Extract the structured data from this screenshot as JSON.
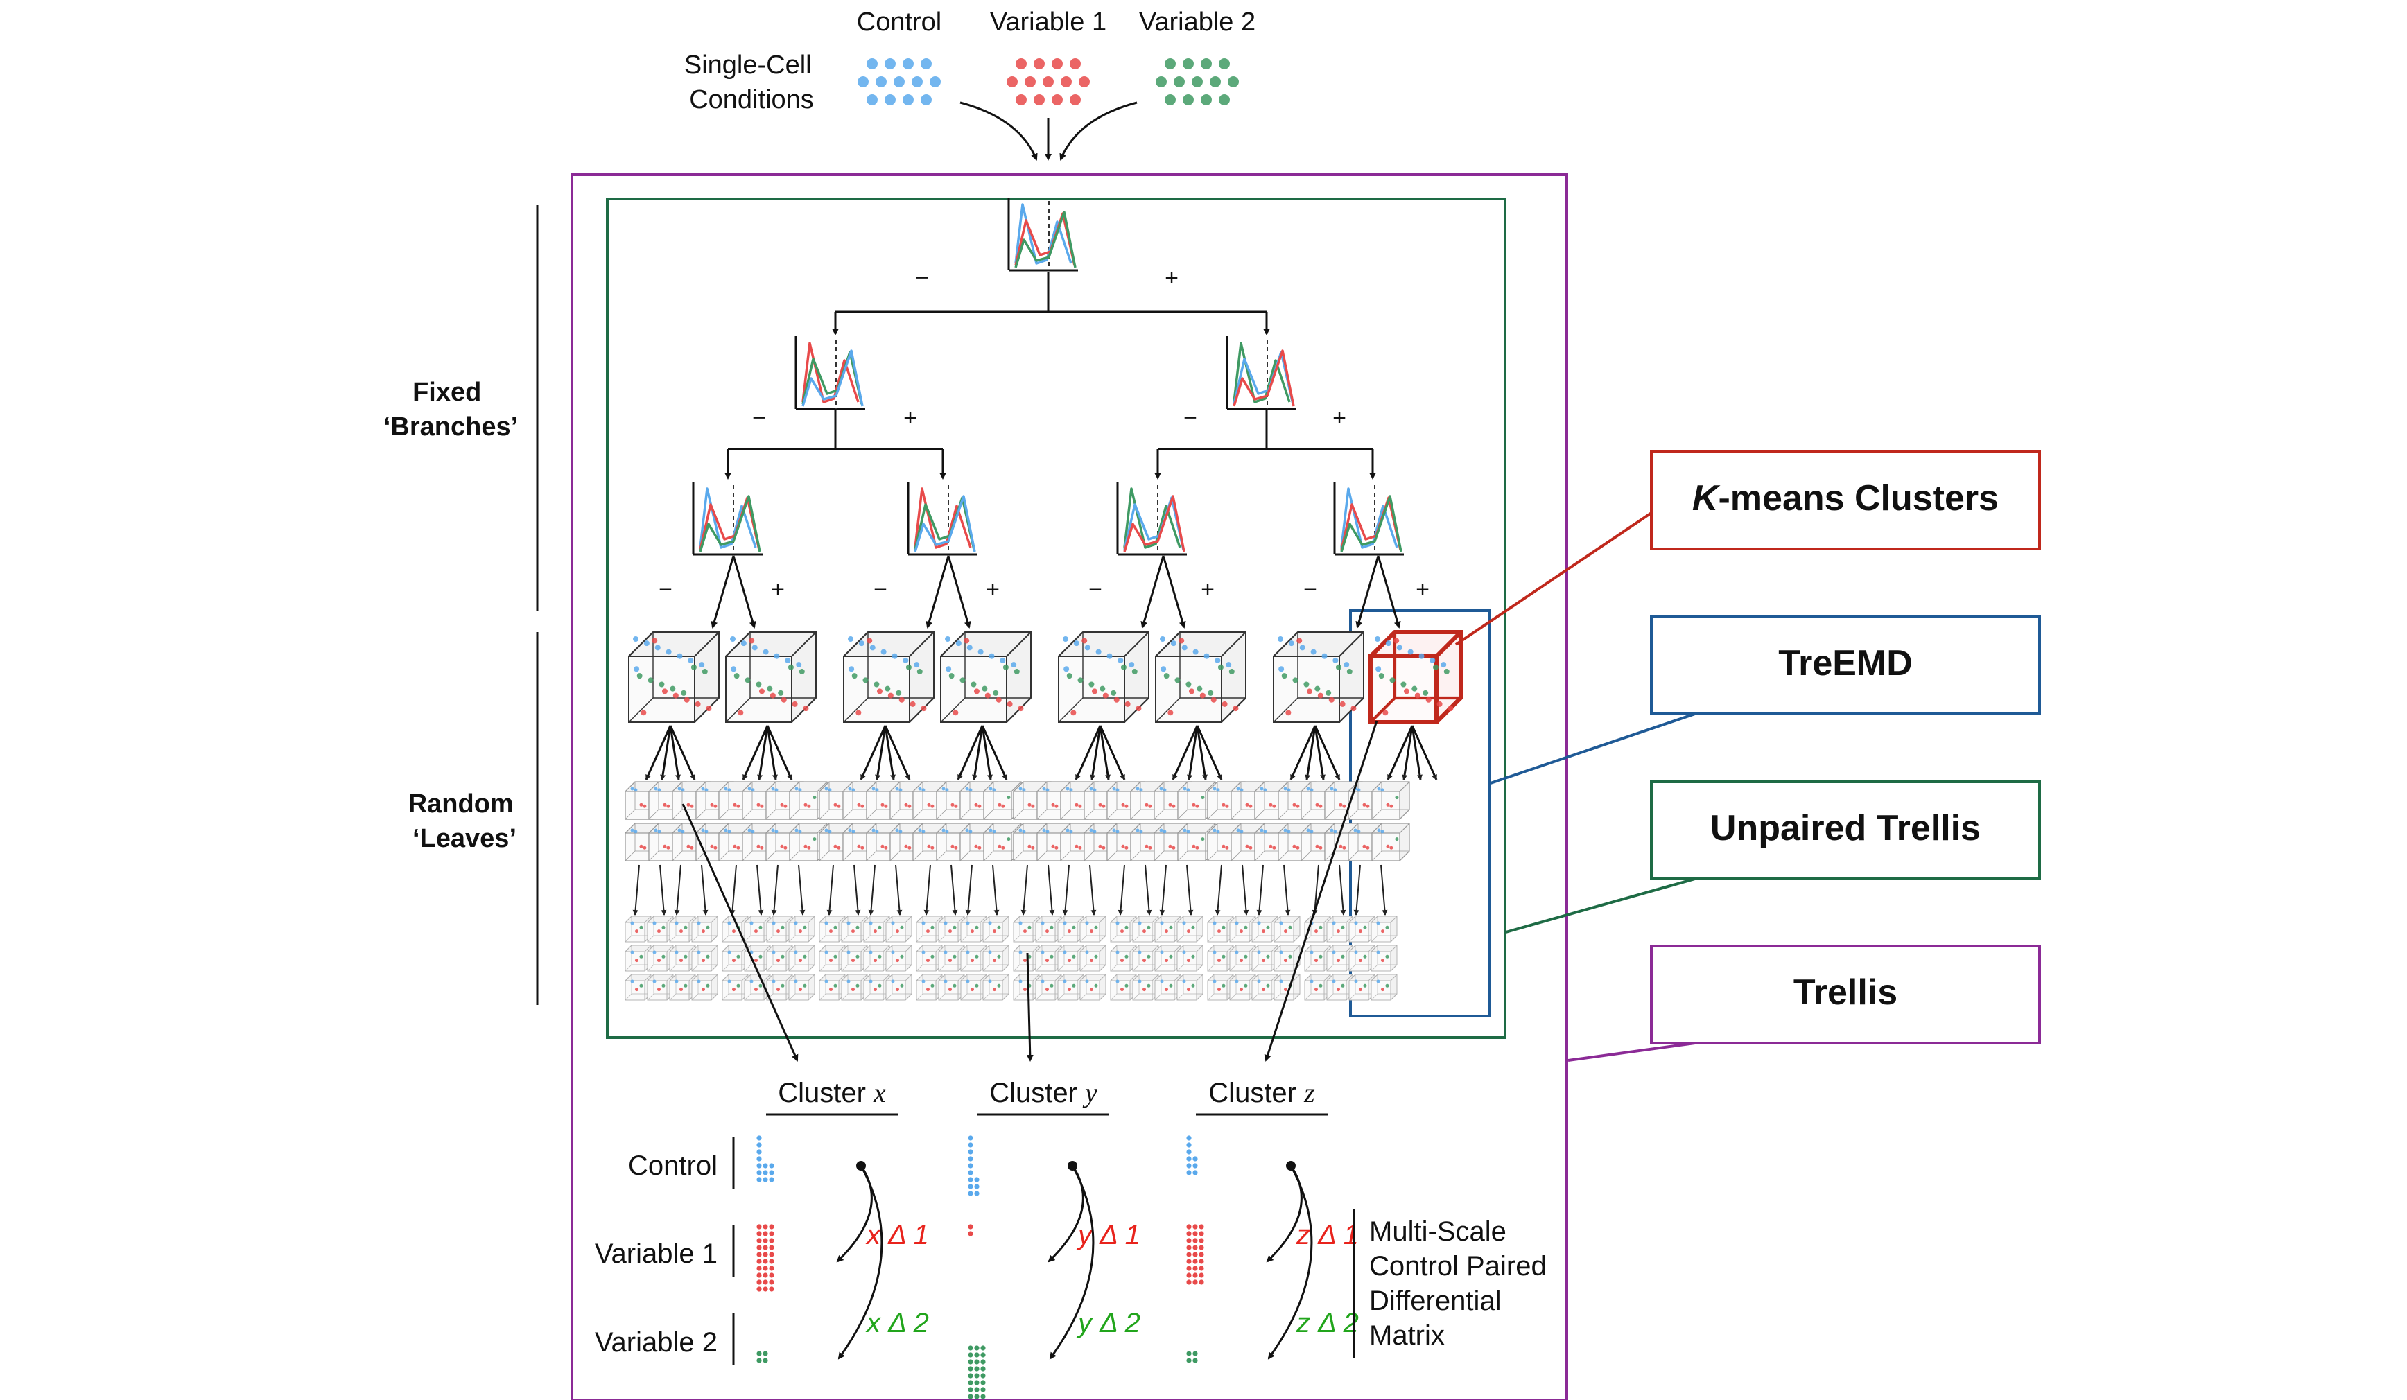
{
  "conditions": {
    "heading": "Single-Cell\nConditions",
    "names": [
      "Control",
      "Variable 1",
      "Variable 2"
    ]
  },
  "side_labels": {
    "fixed": [
      "Fixed",
      "‘Branches’"
    ],
    "random": [
      "Random",
      "‘Leaves’"
    ]
  },
  "signs": {
    "minus": "−",
    "plus": "+"
  },
  "legend": [
    {
      "label_italic": "K",
      "label_rest": "-means Clusters",
      "color": "#c0281c"
    },
    {
      "label_italic": "",
      "label_rest": "TreEMD",
      "color": "#1f5a96"
    },
    {
      "label_italic": "",
      "label_rest": "Unpaired Trellis",
      "color": "#1e6b45"
    },
    {
      "label_italic": "",
      "label_rest": "Trellis",
      "color": "#8b2a96"
    }
  ],
  "clusters": [
    {
      "name": "Cluster",
      "var": "x",
      "d1": "x Δ 1",
      "d2": "x Δ 2"
    },
    {
      "name": "Cluster",
      "var": "y",
      "d1": "y Δ 1",
      "d2": "y Δ 2"
    },
    {
      "name": "Cluster",
      "var": "z",
      "d1": "z Δ 1",
      "d2": "z Δ 2"
    }
  ],
  "matrix_rows": [
    "Control",
    "Variable 1",
    "Variable 2"
  ],
  "matrix_caption": [
    "Multi-Scale",
    "Control Paired",
    "Differential",
    "Matrix"
  ],
  "colors": {
    "control": "#5aa9ec",
    "variable1": "#e84a4a",
    "variable2": "#3f9a63",
    "trellis": "#8b2a96",
    "unpaired": "#1e6b45",
    "treemd": "#1f5a96",
    "kmeans": "#c0281c",
    "delta1": "#e8231c",
    "delta2": "#22a51c"
  }
}
